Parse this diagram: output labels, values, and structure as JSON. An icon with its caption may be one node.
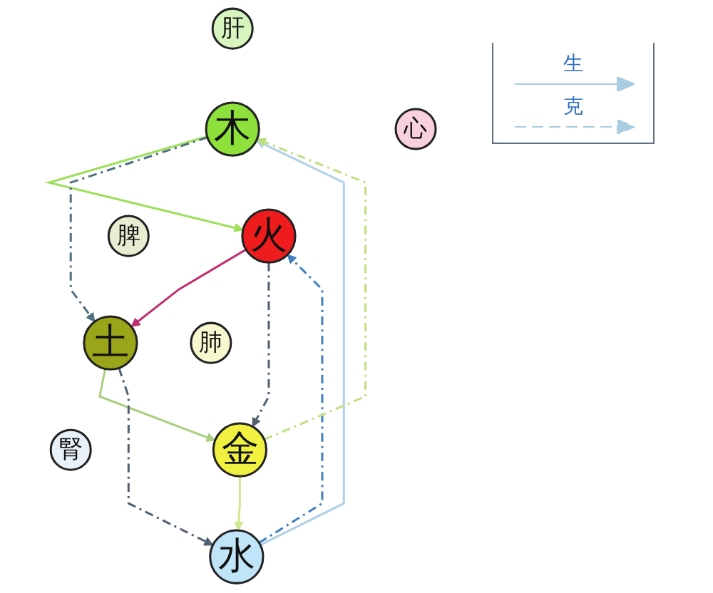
{
  "diagram": {
    "nodes": [
      {
        "text": [
          "肝"
        ]
      },
      {
        "text": [
          "木"
        ]
      },
      {
        "text": [
          "腎"
        ]
      },
      {
        "text": [
          "水"
        ]
      },
      {
        "text": [
          "火"
        ]
      },
      {
        "text": [
          "心"
        ]
      },
      {
        "text": [
          "金"
        ]
      },
      {
        "text": [
          "土"
        ]
      },
      {
        "text": [
          "肺"
        ]
      },
      {
        "text": [
          "脾"
        ]
      }
    ],
    "edges": [
      {
        "from": 1,
        "to": 4,
        "arrow": "to",
        "color": "#9ce05a"
      },
      {
        "from": 4,
        "to": 7,
        "arrow": "to",
        "color": "#c03070"
      },
      {
        "from": 7,
        "to": 6,
        "arrow": "to",
        "color": "#a8d080"
      },
      {
        "from": 6,
        "to": 3,
        "arrow": "to",
        "color": "#d0e890"
      },
      {
        "from": 3,
        "to": 1,
        "arrow": "to",
        "color": "#b0d0e8"
      },
      {
        "from": 1,
        "to": 7,
        "arrow": "to",
        "style": "dashed",
        "color": "#507080"
      },
      {
        "from": 7,
        "to": 3,
        "arrow": "to",
        "style": "dashed",
        "color": "#506070"
      },
      {
        "from": 3,
        "to": 4,
        "arrow": "to",
        "style": "dashed",
        "color": "#4080c0"
      },
      {
        "from": 4,
        "to": 6,
        "arrow": "to",
        "style": "dashed",
        "color": "#506070"
      },
      {
        "from": 6,
        "to": 1,
        "arrow": "to",
        "style": "dashed",
        "color": "#c0e080"
      }
    ],
    "legend": [
      {
        "text": "生"
      },
      {
        "text": "克"
      }
    ]
  }
}
